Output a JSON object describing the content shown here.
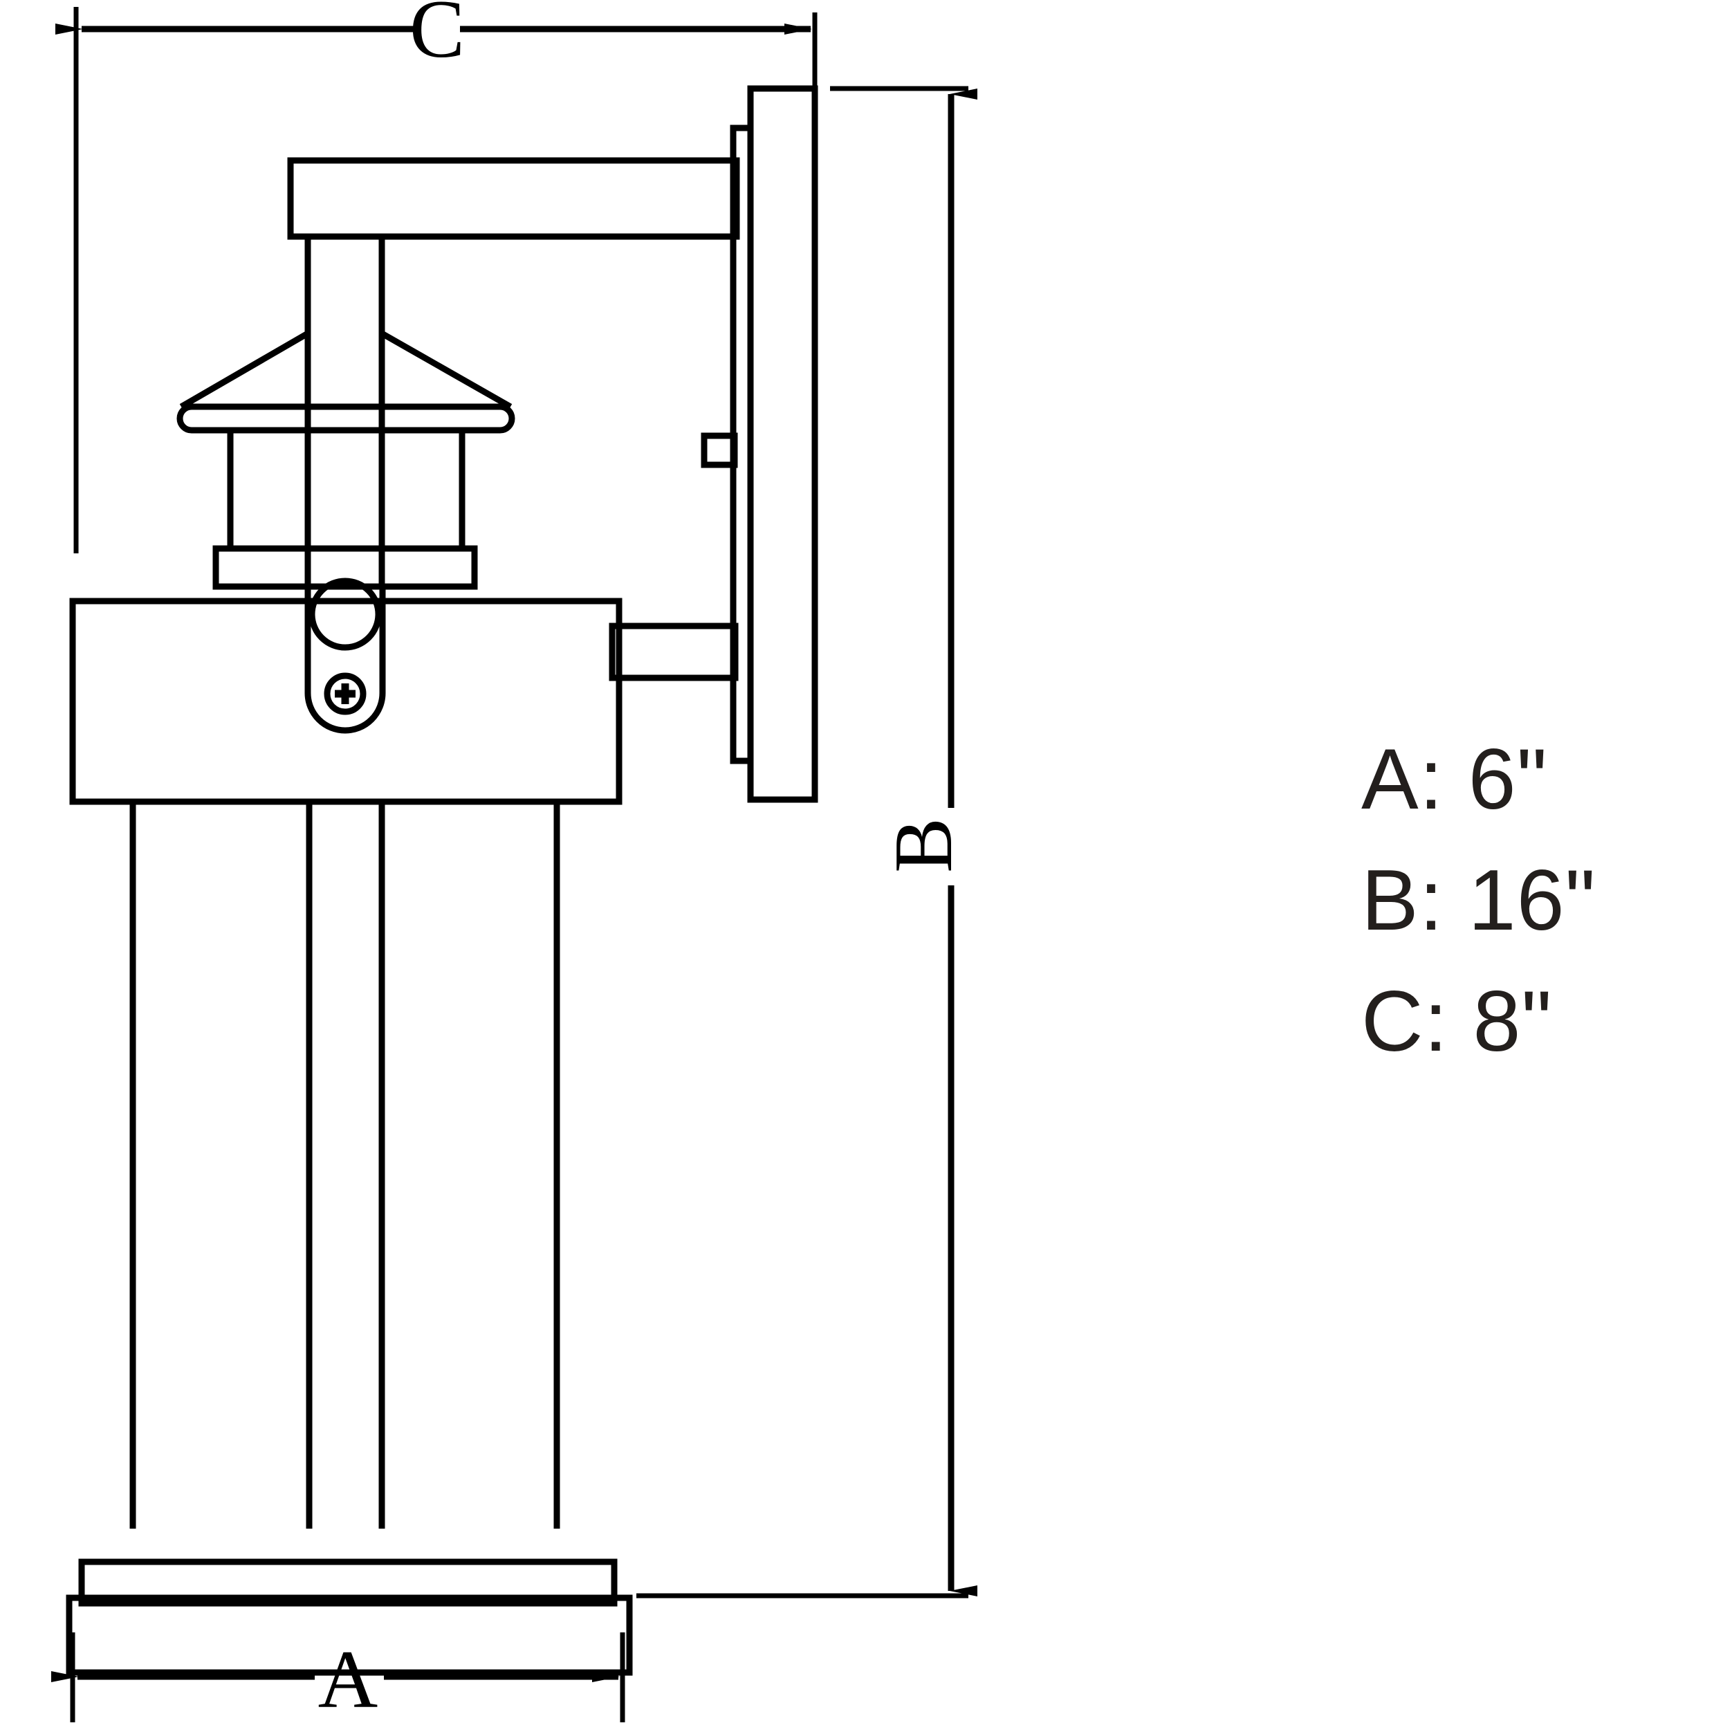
{
  "document": {
    "type": "technical-dimension-drawing",
    "subject": "outdoor wall sconce lantern",
    "background_color": "#ffffff",
    "line_color": "#000000",
    "text_color": "#231f1d",
    "units": "inches"
  },
  "dimension_labels": {
    "width_letter": "A",
    "height_letter": "B",
    "extension_letter": "C"
  },
  "legend": {
    "rows": [
      {
        "label": "A",
        "separator": ":",
        "value": "6\"",
        "text": "A: 6\""
      },
      {
        "label": "B",
        "separator": ":",
        "value": "16\"",
        "text": "B: 16\""
      },
      {
        "label": "C",
        "separator": ":",
        "value": "8\"",
        "text": "C: 8\""
      }
    ]
  },
  "measurements": {
    "A": {
      "letter": "A",
      "value": 6,
      "unit": "in",
      "display": "6\"",
      "describes": "width of base"
    },
    "B": {
      "letter": "B",
      "value": 16,
      "unit": "in",
      "display": "16\"",
      "describes": "overall height"
    },
    "C": {
      "letter": "C",
      "value": 8,
      "unit": "in",
      "display": "8\"",
      "describes": "extension from wall"
    }
  }
}
